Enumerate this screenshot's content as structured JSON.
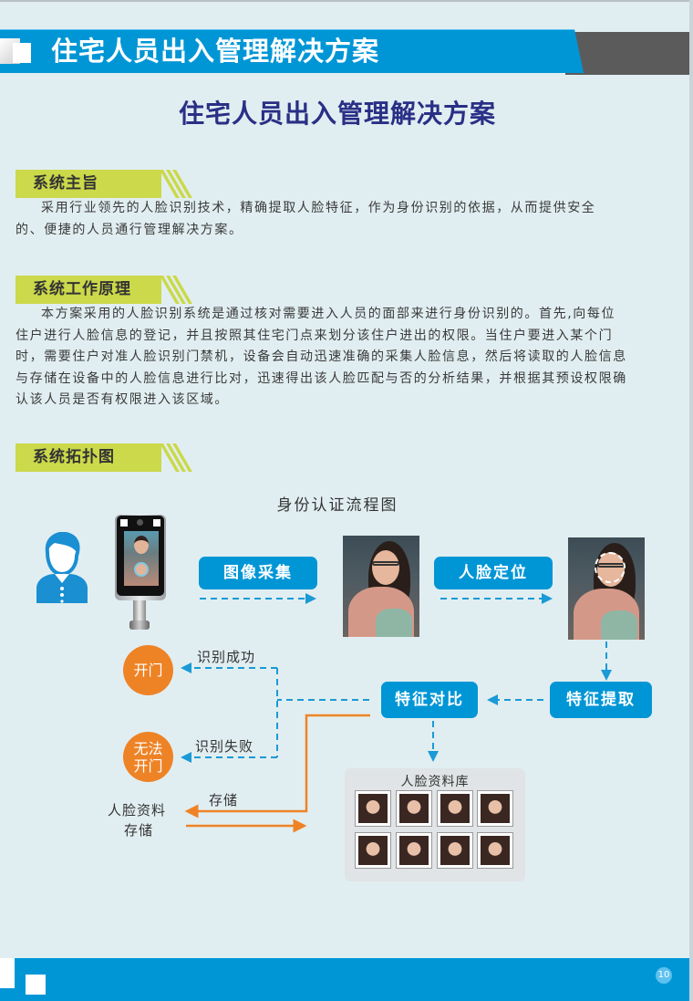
{
  "header": {
    "banner_title": "住宅人员出入管理解决方案",
    "main_title": "住宅人员出入管理解决方案"
  },
  "sections": [
    {
      "title": "系统主旨",
      "lines": [
        "采用行业领先的人脸识别技术，精确提取人脸特征，作为身份识别的依据，从而提供安全",
        "的、便捷的人员通行管理解决方案。"
      ]
    },
    {
      "title": "系统工作原理",
      "lines": [
        "本方案采用的人脸识别系统是通过核对需要进入人员的面部来进行身份识别的。首先,向每位",
        "住户进行人脸信息的登记，并且按照其住宅门点来划分该住户进出的权限。当住户要进入某个门",
        "时，需要住户对准人脸识别门禁机，设备会自动迅速准确的采集人脸信息，然后将读取的人脸信息",
        "与存储在设备中的人脸信息进行比对，迅速得出该人脸匹配与否的分析结果，并根据其预设权限确",
        "认该人员是否有权限进入该区域。"
      ]
    },
    {
      "title": "系统拓扑图",
      "lines": []
    }
  ],
  "diagram": {
    "title": "身份认证流程图",
    "steps": {
      "image_capture": "图像采集",
      "face_locate": "人脸定位",
      "feature_extract": "特征提取",
      "feature_compare": "特征对比"
    },
    "outcomes": {
      "open_door": "开门",
      "cannot_open_line1": "无法",
      "cannot_open_line2": "开门"
    },
    "edge_labels": {
      "success": "识别成功",
      "fail": "识别失败",
      "store": "存储"
    },
    "storage_label_line1": "人脸资料",
    "storage_label_line2": "存储",
    "database_title": "人脸资料库",
    "database_thumbnail_count": 8,
    "colors": {
      "primary_blue": "#0096d6",
      "orange": "#ee8326",
      "section_yellow": "#cbd94a",
      "title_navy": "#2a2f86"
    }
  },
  "footer": {
    "page_number": "10"
  }
}
